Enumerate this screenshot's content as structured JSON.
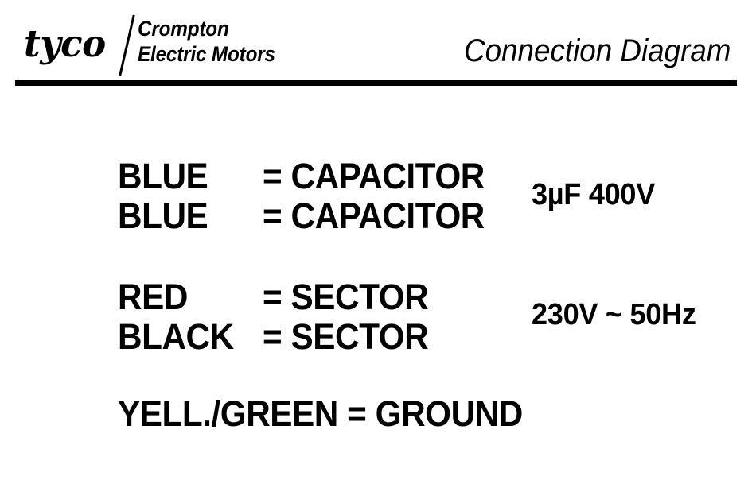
{
  "document": {
    "title": "Connection Diagram",
    "background_color": "#ffffff",
    "ink_color": "#000000"
  },
  "header": {
    "brand_mark": "tyco",
    "divider_icon": "slash-icon",
    "brand_line1": "Crompton",
    "brand_line2": "Electric Motors",
    "doc_title": "Connection Diagram"
  },
  "legend": {
    "groups": [
      {
        "name": "capacitor-group",
        "rows": [
          {
            "wire": "BLUE",
            "terminal": "= CAPACITOR"
          },
          {
            "wire": "BLUE",
            "terminal": "= CAPACITOR"
          }
        ],
        "spec": "3µF 400V"
      },
      {
        "name": "supply-group",
        "rows": [
          {
            "wire": "RED",
            "terminal": "= SECTOR"
          },
          {
            "wire": "BLACK",
            "terminal": "= SECTOR"
          }
        ],
        "spec": "230V ~ 50Hz"
      }
    ],
    "ground_row": "YELL./GREEN = GROUND"
  }
}
